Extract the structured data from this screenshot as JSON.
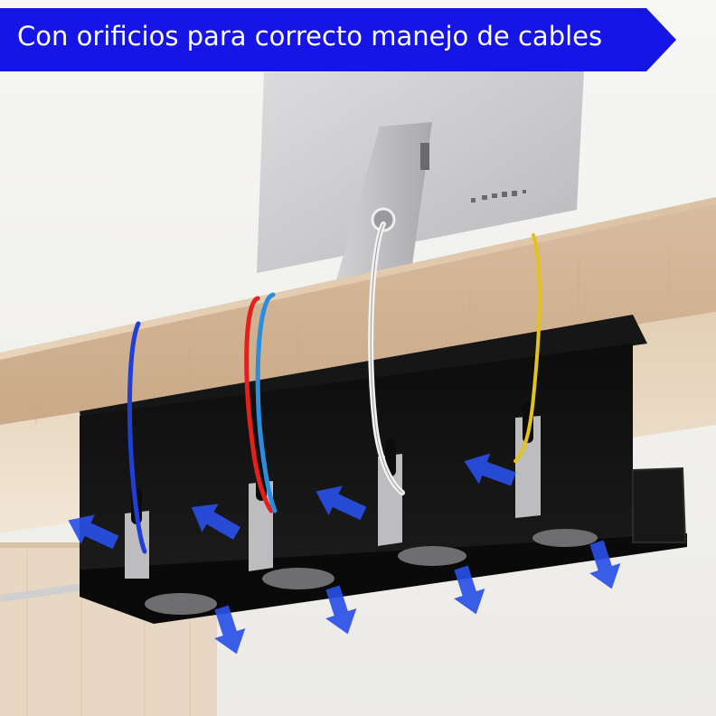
{
  "banner": {
    "text": "Con orificios para correcto manejo de cables",
    "color": "#1515e6"
  },
  "colors": {
    "wall": "#f4f4f2",
    "desk_top": "#e3cdb3",
    "desk_edge": "#d2b597",
    "desk_underside": "#dfcaae",
    "tray": "#121212",
    "arrow": "#2a50e8",
    "monitor": "#c9c9cb",
    "cable_blue": "#1f3fd6",
    "cable_red": "#e3201b",
    "cable_lightblue": "#2a8ee0",
    "cable_white": "#f2f2f2",
    "cable_yellow": "#e5c21a"
  },
  "objects": [
    "desk",
    "monitor",
    "monitor-stand",
    "cable-tray",
    "cable-blue",
    "cable-red",
    "cable-light-blue",
    "cable-white",
    "cable-yellow",
    "cable-slots",
    "blue-direction-arrows"
  ]
}
